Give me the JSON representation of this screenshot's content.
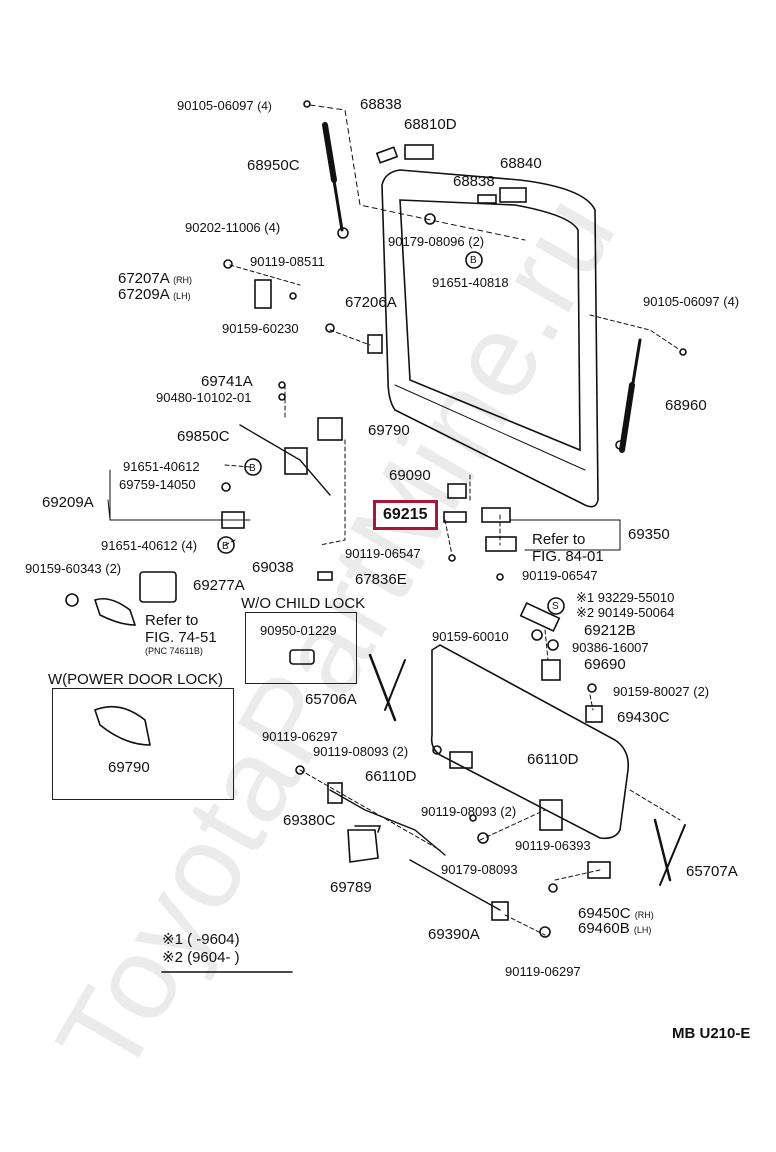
{
  "watermark": "ToyotaPartMine.ru",
  "labels": {
    "p90105a": "90105-06097",
    "p90105a_q": "(4)",
    "p68838a": "68838",
    "p68810D": "68810D",
    "p68950C": "68950C",
    "p68840": "68840",
    "p68838b": "68838",
    "p90202": "90202-11006 (4)",
    "p90179a": "90179-08096 (2)",
    "p90119a": "90119-08511",
    "p91651a": "91651-40818",
    "p67207A": "67207A",
    "p67207A_s": "(RH)",
    "p67209A": "67209A",
    "p67209A_s": "(LH)",
    "p67206A": "67206A",
    "p90105b": "90105-06097 (4)",
    "p90159a": "90159-60230",
    "p69741A": "69741A",
    "p90480": "90480-10102-01",
    "p68960": "68960",
    "p69850C": "69850C",
    "p69790a": "69790",
    "p91651b": "91651-40612",
    "p69090": "69090",
    "p69759": "69759-14050",
    "p69209A": "69209A",
    "p69215": "69215",
    "p69350": "69350",
    "refer1a": "Refer to",
    "refer1b": "FIG. 84-01",
    "p91651c": "91651-40612 (4)",
    "p90119b": "90119-06547",
    "p69038": "69038",
    "p90119c": "90119-06547",
    "p90159b": "90159-60343 (2)",
    "p69277A": "69277A",
    "p67836E": "67836E",
    "wo_child": "W/O CHILD LOCK",
    "p90950": "90950-01229",
    "ref2a": "Refer to",
    "ref2b": "FIG. 74-51",
    "ref2c": "(PNC 74611B)",
    "p193229": "※1 93229-55010",
    "p290149": "※2 90149-50064",
    "p69212B": "69212B",
    "p90159c": "90159-60010",
    "p90386": "90386-16007",
    "p69690": "69690",
    "w_power": "W(POWER DOOR LOCK)",
    "p65706A": "65706A",
    "p90159d": "90159-80027 (2)",
    "p69430C": "69430C",
    "p69790b": "69790",
    "p90119d": "90119-06297",
    "p90119e": "90119-08093 (2)",
    "p66110Da": "66110D",
    "p66110Db": "66110D",
    "p90119f": "90119-08093 (2)",
    "p69380C": "69380C",
    "p90119g": "90119-06393",
    "p90179b": "90179-08093",
    "p65707A": "65707A",
    "p69789": "69789",
    "p69450C": "69450C",
    "p69450C_s": "(RH)",
    "p69460B": "69460B",
    "p69460B_s": "(LH)",
    "p69390A": "69390A",
    "p90119h": "90119-06297",
    "legend1": "※1 (     -9604)",
    "legend2": "※2 (9604-        )",
    "circleB": "B",
    "circleS": "S",
    "footer": "MB  U210-E"
  },
  "colors": {
    "highlight": "#a8163a",
    "ink": "#111111"
  }
}
